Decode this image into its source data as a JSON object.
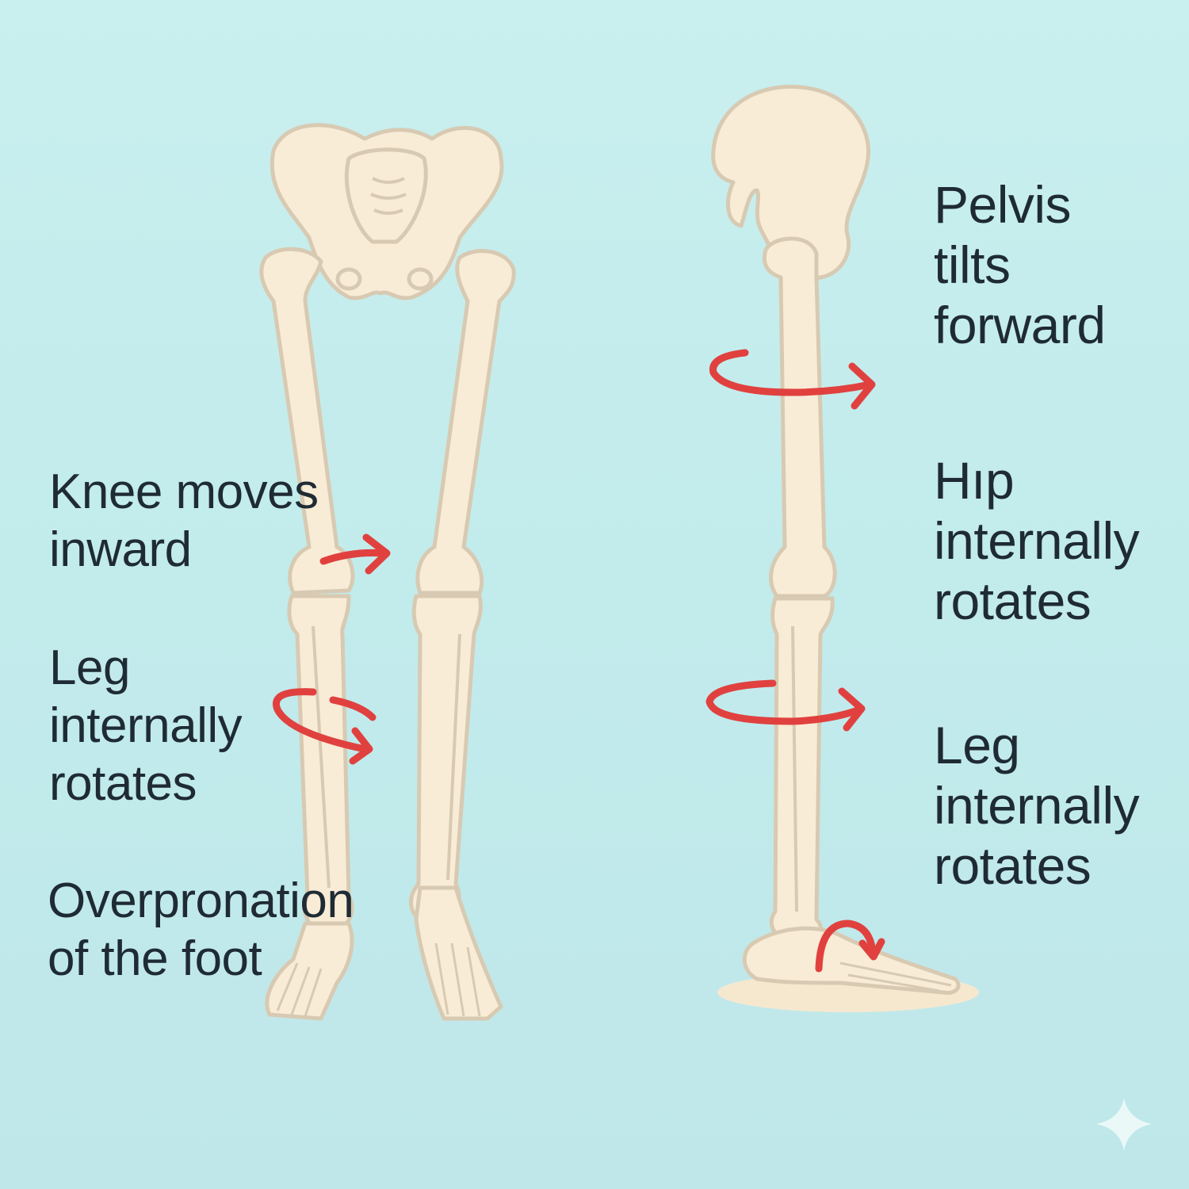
{
  "labels": {
    "left": {
      "knee": [
        "Knee moves",
        "inward"
      ],
      "leg": [
        "Leg",
        "internally",
        "rotates"
      ],
      "foot": [
        "Overpronation",
        "of the foot"
      ]
    },
    "right": {
      "pelvis": [
        "Pelvis",
        "tilts",
        "forward"
      ],
      "hip": [
        "Hıp",
        "internally",
        "rotates"
      ],
      "leg": [
        "Leg",
        "internally",
        "rotates"
      ]
    }
  },
  "colors": {
    "background": "#c6ecec",
    "bone": "#f8ecd6",
    "bone_outline": "#d8cab2",
    "arrow": "#e0413f",
    "text": "#1f2b34"
  },
  "icons": [
    "sparkle-icon"
  ]
}
